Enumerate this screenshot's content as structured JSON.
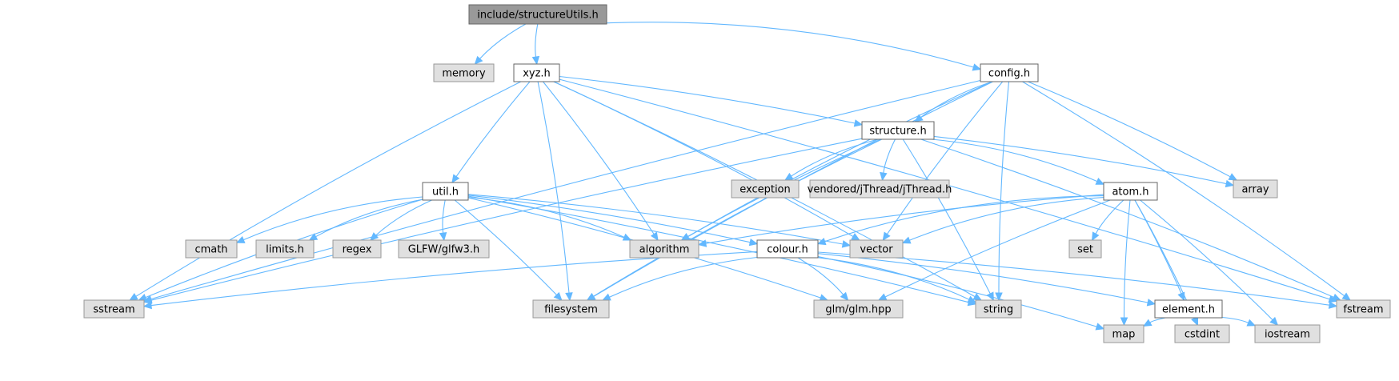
{
  "diagram": {
    "title": "",
    "colors": {
      "root_fill": "#999999",
      "project_fill": "#ffffff",
      "external_fill": "#e0e0e0",
      "border": "#666666",
      "external_border": "#999999",
      "edge": "#63b8ff"
    },
    "nodes": [
      {
        "id": "structureUtils",
        "label": "include/structureUtils.h",
        "kind": "root"
      },
      {
        "id": "memory",
        "label": "memory",
        "kind": "external"
      },
      {
        "id": "xyz",
        "label": "xyz.h",
        "kind": "project"
      },
      {
        "id": "config",
        "label": "config.h",
        "kind": "project"
      },
      {
        "id": "structure",
        "label": "structure.h",
        "kind": "project"
      },
      {
        "id": "util",
        "label": "util.h",
        "kind": "project"
      },
      {
        "id": "atom",
        "label": "atom.h",
        "kind": "project"
      },
      {
        "id": "colour",
        "label": "colour.h",
        "kind": "project"
      },
      {
        "id": "element",
        "label": "element.h",
        "kind": "project"
      },
      {
        "id": "exception",
        "label": "exception",
        "kind": "external"
      },
      {
        "id": "jthread",
        "label": "vendored/jThread/jThread.h",
        "kind": "external"
      },
      {
        "id": "array",
        "label": "array",
        "kind": "external"
      },
      {
        "id": "cmath",
        "label": "cmath",
        "kind": "external"
      },
      {
        "id": "limits",
        "label": "limits.h",
        "kind": "external"
      },
      {
        "id": "regex",
        "label": "regex",
        "kind": "external"
      },
      {
        "id": "glfw",
        "label": "GLFW/glfw3.h",
        "kind": "external"
      },
      {
        "id": "algorithm",
        "label": "algorithm",
        "kind": "external"
      },
      {
        "id": "vector",
        "label": "vector",
        "kind": "external"
      },
      {
        "id": "set",
        "label": "set",
        "kind": "external"
      },
      {
        "id": "sstream",
        "label": "sstream",
        "kind": "external"
      },
      {
        "id": "filesystem",
        "label": "filesystem",
        "kind": "external"
      },
      {
        "id": "glm",
        "label": "glm/glm.hpp",
        "kind": "external"
      },
      {
        "id": "string",
        "label": "string",
        "kind": "external"
      },
      {
        "id": "fstream",
        "label": "fstream",
        "kind": "external"
      },
      {
        "id": "map",
        "label": "map",
        "kind": "external"
      },
      {
        "id": "cstdint",
        "label": "cstdint",
        "kind": "external"
      },
      {
        "id": "iostream",
        "label": "iostream",
        "kind": "external"
      }
    ],
    "edges": [
      [
        "structureUtils",
        "memory"
      ],
      [
        "structureUtils",
        "xyz"
      ],
      [
        "structureUtils",
        "config"
      ],
      [
        "xyz",
        "sstream"
      ],
      [
        "xyz",
        "filesystem"
      ],
      [
        "xyz",
        "util"
      ],
      [
        "xyz",
        "algorithm"
      ],
      [
        "xyz",
        "vector"
      ],
      [
        "xyz",
        "string"
      ],
      [
        "xyz",
        "structure"
      ],
      [
        "xyz",
        "fstream"
      ],
      [
        "config",
        "filesystem"
      ],
      [
        "config",
        "sstream"
      ],
      [
        "config",
        "structure"
      ],
      [
        "config",
        "algorithm"
      ],
      [
        "config",
        "vector"
      ],
      [
        "config",
        "string"
      ],
      [
        "config",
        "array"
      ],
      [
        "config",
        "fstream"
      ],
      [
        "structure",
        "sstream"
      ],
      [
        "structure",
        "filesystem"
      ],
      [
        "structure",
        "algorithm"
      ],
      [
        "structure",
        "exception"
      ],
      [
        "structure",
        "jthread"
      ],
      [
        "structure",
        "string"
      ],
      [
        "structure",
        "atom"
      ],
      [
        "structure",
        "array"
      ],
      [
        "structure",
        "fstream"
      ],
      [
        "util",
        "sstream"
      ],
      [
        "util",
        "cmath"
      ],
      [
        "util",
        "limits"
      ],
      [
        "util",
        "regex"
      ],
      [
        "util",
        "glfw"
      ],
      [
        "util",
        "algorithm"
      ],
      [
        "util",
        "filesystem"
      ],
      [
        "util",
        "glm"
      ],
      [
        "util",
        "colour"
      ],
      [
        "util",
        "vector"
      ],
      [
        "util",
        "string"
      ],
      [
        "atom",
        "colour"
      ],
      [
        "atom",
        "algorithm"
      ],
      [
        "atom",
        "vector"
      ],
      [
        "atom",
        "set"
      ],
      [
        "atom",
        "glm"
      ],
      [
        "atom",
        "map"
      ],
      [
        "atom",
        "element"
      ],
      [
        "atom",
        "cstdint"
      ],
      [
        "atom",
        "iostream"
      ],
      [
        "colour",
        "sstream"
      ],
      [
        "colour",
        "filesystem"
      ],
      [
        "colour",
        "glm"
      ],
      [
        "colour",
        "string"
      ],
      [
        "colour",
        "map"
      ],
      [
        "colour",
        "element"
      ],
      [
        "colour",
        "fstream"
      ],
      [
        "element",
        "map"
      ],
      [
        "element",
        "cstdint"
      ],
      [
        "element",
        "iostream"
      ]
    ]
  }
}
